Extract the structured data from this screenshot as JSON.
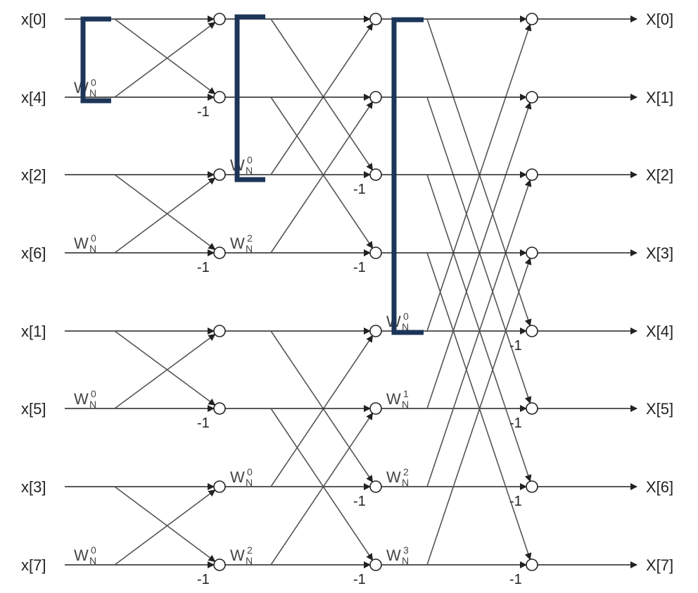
{
  "inputs": [
    "x[0]",
    "x[4]",
    "x[2]",
    "x[6]",
    "x[1]",
    "x[5]",
    "x[3]",
    "x[7]"
  ],
  "outputs": [
    "X[0]",
    "X[1]",
    "X[2]",
    "X[3]",
    "X[4]",
    "X[5]",
    "X[6]",
    "X[7]"
  ],
  "twiddle_base": "W",
  "twiddle_sub": "N",
  "neg_label": "-1",
  "stages": [
    {
      "groups": [
        [
          0,
          1
        ],
        [
          2,
          3
        ],
        [
          4,
          5
        ],
        [
          6,
          7
        ]
      ],
      "twiddles": [
        {
          "row": 1,
          "exp": "0"
        },
        {
          "row": 3,
          "exp": "0"
        },
        {
          "row": 5,
          "exp": "0"
        },
        {
          "row": 7,
          "exp": "0"
        }
      ],
      "negs": [
        1,
        3,
        5,
        7
      ]
    },
    {
      "groups": [
        [
          0,
          1,
          2,
          3
        ],
        [
          4,
          5,
          6,
          7
        ]
      ],
      "twiddles": [
        {
          "row": 2,
          "exp": "0"
        },
        {
          "row": 3,
          "exp": "2"
        },
        {
          "row": 6,
          "exp": "0"
        },
        {
          "row": 7,
          "exp": "2"
        }
      ],
      "negs": [
        2,
        3,
        6,
        7
      ]
    },
    {
      "groups": [
        [
          0,
          1,
          2,
          3,
          4,
          5,
          6,
          7
        ]
      ],
      "twiddles": [
        {
          "row": 4,
          "exp": "0"
        },
        {
          "row": 5,
          "exp": "1"
        },
        {
          "row": 6,
          "exp": "2"
        },
        {
          "row": 7,
          "exp": "3"
        }
      ],
      "negs": [
        4,
        5,
        6,
        7
      ]
    }
  ],
  "highlight_color": "#1c3558",
  "line_color": "#222222",
  "cross_color": "#555555"
}
